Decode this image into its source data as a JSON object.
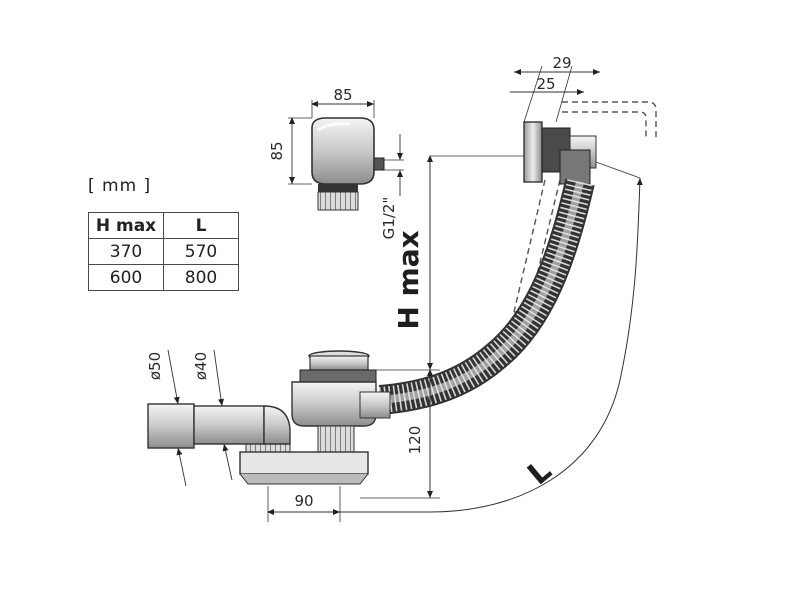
{
  "unit_label": "[ mm ]",
  "table": {
    "headers": [
      "H max",
      "L"
    ],
    "rows": [
      [
        "370",
        "570"
      ],
      [
        "600",
        "800"
      ]
    ]
  },
  "dimensions": {
    "box_width": "85",
    "box_height": "85",
    "thread": "G1/2\"",
    "top_29": "29",
    "top_25": "25",
    "h_max": "H max",
    "length": "L",
    "pipe_50": "ø50",
    "pipe_40": "ø40",
    "height_120": "120",
    "width_90": "90"
  }
}
